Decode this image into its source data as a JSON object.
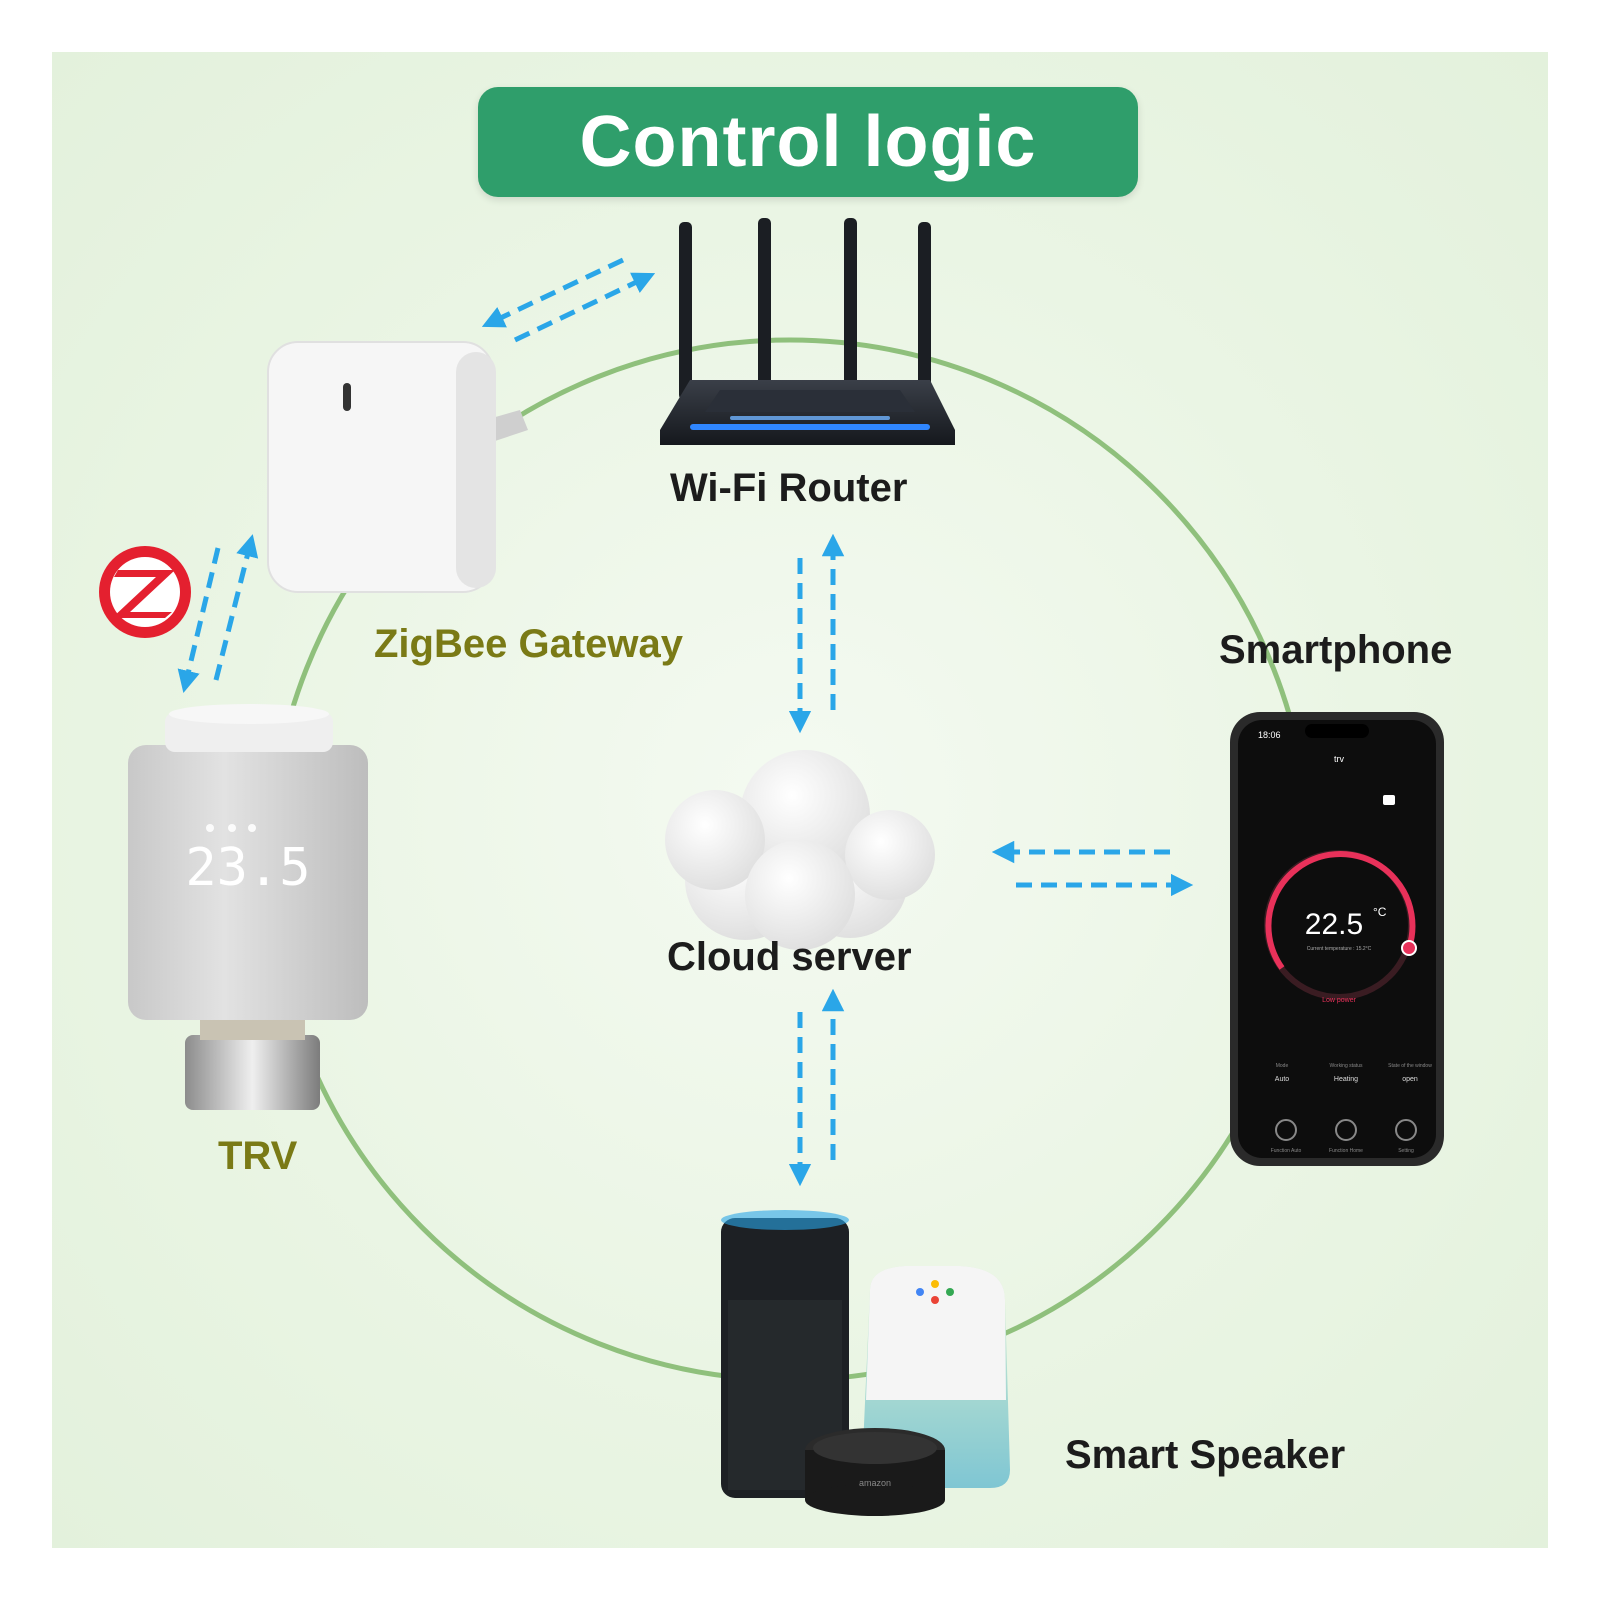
{
  "title": "Control logic",
  "nodes": {
    "router": "Wi-Fi Router",
    "gateway": "ZigBee Gateway",
    "smartphone": "Smartphone",
    "cloud": "Cloud server",
    "trv": "TRV",
    "speaker": "Smart Speaker"
  },
  "trv_display": "23.5",
  "phone": {
    "status_time": "18:06",
    "header": "trv",
    "temperature": "22.5",
    "unit": "°C",
    "current_temp": "Current temperature : 15.2°C",
    "low_power": "Low power",
    "stats": [
      {
        "label": "Mode",
        "value": "Auto"
      },
      {
        "label": "Working status",
        "value": "Heating"
      },
      {
        "label": "State of the window",
        "value": "open"
      }
    ],
    "bottom_nav": [
      "Function Auto",
      "Function Home",
      "Setting"
    ]
  },
  "speaker_brand": "amazon",
  "colors": {
    "title_bg": "#2f9e6b",
    "ring": "#8fc07c",
    "arrow": "#2aa6e8",
    "olive_label": "#7a7a16",
    "zigbee_red": "#e4202f"
  }
}
